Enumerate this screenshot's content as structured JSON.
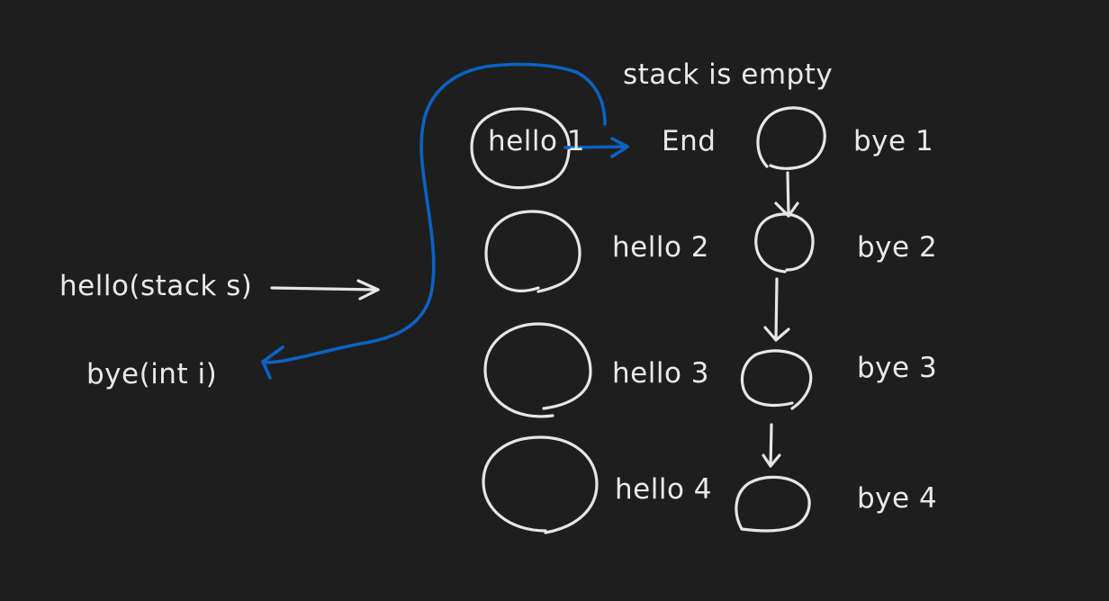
{
  "labels": {
    "stack_is_empty": "stack is empty",
    "hello1": "hello 1",
    "end": "End",
    "bye1": "bye 1",
    "hello2": "hello 2",
    "bye2": "bye 2",
    "hello_stack": "hello(stack s)",
    "hello3": "hello 3",
    "bye3": "bye 3",
    "bye_int": "bye(int i)",
    "hello4": "hello 4",
    "bye4": "bye 4"
  },
  "colors": {
    "background": "#1e1e1e",
    "ink": "#e6e6e6",
    "blue": "#0a63c4"
  }
}
